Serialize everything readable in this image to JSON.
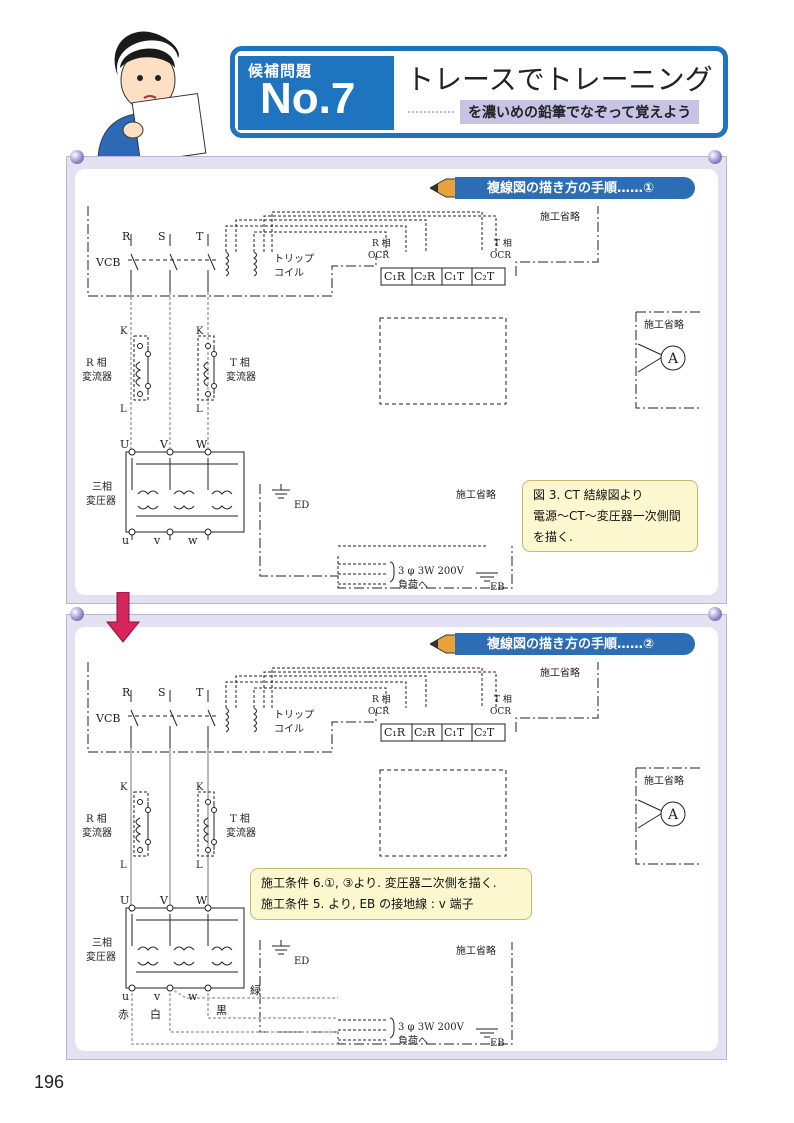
{
  "header": {
    "badge_top": "候補問題",
    "badge_number": "No.7",
    "title": "トレースでトレーニング",
    "subtitle": "を濃いめの鉛筆でなぞって覚えよう"
  },
  "colors": {
    "accent": "#1f74bf",
    "panel": "#e4e2f2",
    "callout": "#fdf7cf",
    "arrow": "#d6245c",
    "banner": "#2c6db5"
  },
  "panels": [
    {
      "banner": "複線図の描き方の手順……①",
      "labels": {
        "R": "R",
        "S": "S",
        "T": "T",
        "vcb": "VCB",
        "trip1": "トリップ",
        "trip2": "コイル",
        "rphase1": "R 相",
        "rphase2": "OCR",
        "tphase1": "T 相",
        "tphase2": "OCR",
        "c1r": "C₁R",
        "c2r": "C₂R",
        "c1t": "C₁T",
        "c2t": "C₂T",
        "omit": "施工省略",
        "K": "K",
        "k": "k",
        "L": "L",
        "l": "ℓ",
        "rct1": "R 相",
        "rct2": "変流器",
        "tct1": "T 相",
        "tct2": "変流器",
        "U": "U",
        "V": "V",
        "W": "W",
        "u": "u",
        "v": "v",
        "w": "w",
        "tr1": "三相",
        "tr2": "変圧器",
        "ed": "ED",
        "eb": "EB",
        "load1": "3 φ 3W 200V",
        "load2": "負荷へ",
        "ammeter": "A"
      },
      "callout": [
        "図 3.  CT 結線図より",
        "電源～CT～変圧器一次側間",
        "を描く."
      ]
    },
    {
      "banner": "複線図の描き方の手順……②",
      "callout": [
        "施工条件 6.①, ③より.  変圧器二次側を描く.",
        "施工条件 5. より,  EB の接地線 : v 端子"
      ],
      "wire_colors": {
        "red": "赤",
        "white": "白",
        "black": "黒",
        "green": "緑"
      }
    }
  ],
  "page_number": "196"
}
